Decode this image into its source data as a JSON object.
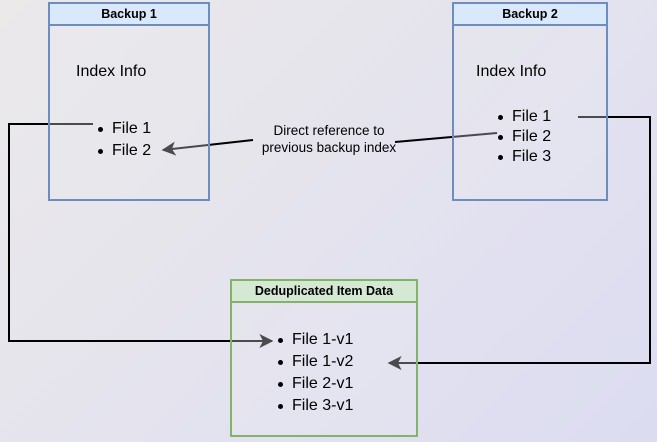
{
  "diagram": {
    "title": "Backup deduplication index reference diagram",
    "background": {
      "from_color": "#ebe9ea",
      "to_color": "#dcdcf1"
    },
    "colors": {
      "blue_border": "#6c8ebf",
      "blue_fill": "#dae8fc",
      "green_border": "#82b366",
      "green_fill": "#d5e8d4",
      "arrow": "#000000"
    },
    "nodes": {
      "backup1": {
        "header": "Backup 1",
        "section_label": "Index Info",
        "files": [
          "File 1",
          "File 2"
        ]
      },
      "backup2": {
        "header": "Backup 2",
        "section_label": "Index Info",
        "files": [
          "File 1",
          "File 2",
          "File 3"
        ]
      },
      "dedup": {
        "header": "Deduplicated Item Data",
        "files": [
          "File 1-v1",
          "File 1-v2",
          "File 2-v1",
          "File 3-v1"
        ]
      }
    },
    "labels": {
      "direct_reference_line1": "Direct reference to",
      "direct_reference_line2": "previous backup index"
    }
  }
}
